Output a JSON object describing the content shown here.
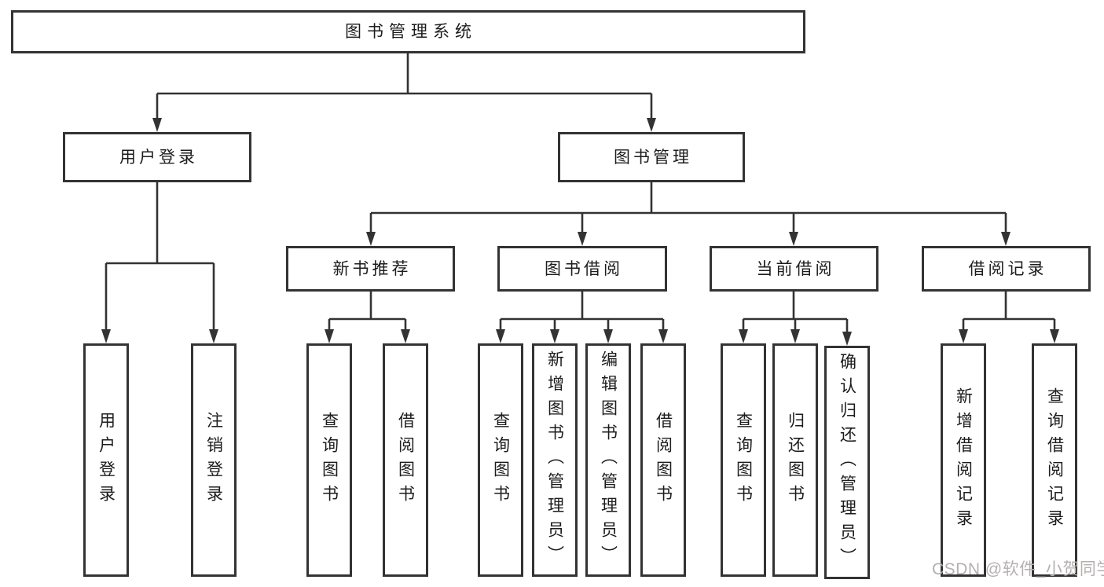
{
  "diagram_type": "functional-decomposition-tree",
  "tree": {
    "label": "图书管理系统",
    "children": [
      {
        "label": "用户登录",
        "children": [
          {
            "label": "用户登录"
          },
          {
            "label": "注销登录"
          }
        ]
      },
      {
        "label": "图书管理",
        "children": [
          {
            "label": "新书推荐",
            "children": [
              {
                "label": "查询图书"
              },
              {
                "label": "借阅图书"
              }
            ]
          },
          {
            "label": "图书借阅",
            "children": [
              {
                "label": "查询图书"
              },
              {
                "label": "新增图书（管理员）"
              },
              {
                "label": "编辑图书（管理员）"
              },
              {
                "label": "借阅图书"
              }
            ]
          },
          {
            "label": "当前借阅",
            "children": [
              {
                "label": "查询图书"
              },
              {
                "label": "归还图书"
              },
              {
                "label": "确认归还（管理员）"
              }
            ]
          },
          {
            "label": "借阅记录",
            "children": [
              {
                "label": "新增借阅记录"
              },
              {
                "label": "查询借阅记录"
              }
            ]
          }
        ]
      }
    ]
  },
  "watermark": {
    "text": "CSDN @软件_小贺同学"
  },
  "colors": {
    "line": "#333333",
    "box_border": "#333333",
    "box_fill": "#ffffff",
    "text": "#1c1c1c",
    "watermark": "#b5b0b0"
  }
}
